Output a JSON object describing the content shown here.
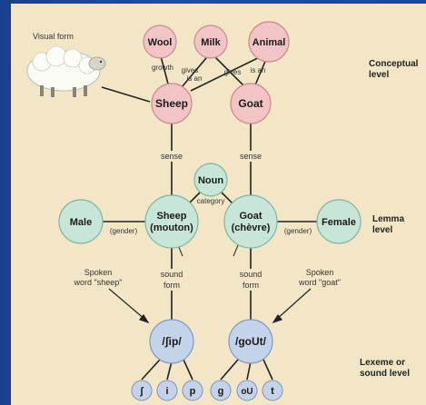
{
  "visual_form_label": "Visual form",
  "levels": {
    "conceptual": [
      "Conceptual",
      "level"
    ],
    "lemma": [
      "Lemma",
      "level"
    ],
    "lexeme": [
      "Lexeme or",
      "sound level"
    ]
  },
  "nodes": {
    "wool": "Wool",
    "milk": "Milk",
    "animal": "Animal",
    "sheep_concept": "Sheep",
    "goat_concept": "Goat",
    "noun": "Noun",
    "sheep_lemma": [
      "Sheep",
      "(mouton)"
    ],
    "goat_lemma": [
      "Goat",
      "(chèvre)"
    ],
    "male": "Male",
    "female": "Female",
    "sheep_lexeme": "/ʃip/",
    "goat_lexeme": "/goUt/",
    "phonemes": [
      "ʃ",
      "i",
      "p",
      "g",
      "oU",
      "t"
    ]
  },
  "edge_labels": {
    "growth": "growth",
    "gives_1": "gives",
    "is_an_1": "is an",
    "gives_2": "gives",
    "is_an_2": "is an",
    "sense_1": "sense",
    "sense_2": "sense",
    "category": "category",
    "gender_1": "(gender)",
    "gender_2": "(gender)",
    "sound_form_1": [
      "sound",
      "form"
    ],
    "sound_form_2": [
      "sound",
      "form"
    ],
    "spoken_sheep": [
      "Spoken",
      "word \"sheep\""
    ],
    "spoken_goat": [
      "Spoken",
      "word \"goat\""
    ]
  },
  "colors": {
    "concept_fill": "#f2c4c6",
    "concept_stroke": "#c98a8e",
    "lemma_fill": "#c8e6d8",
    "lemma_stroke": "#7fb3a0",
    "lexeme_fill": "#c5d3ea",
    "lexeme_stroke": "#8098c0"
  }
}
